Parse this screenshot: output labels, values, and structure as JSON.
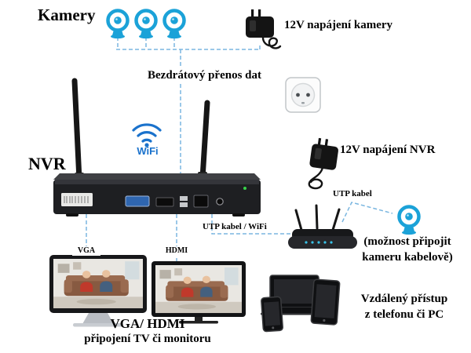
{
  "diagram": {
    "labels": {
      "kamery": "Kamery",
      "power_camera": "12V napájení kamery",
      "wireless": "Bezdrátový přenos dat",
      "nvr": "NVR",
      "wifi": "WiFi",
      "power_nvr": "12V napájení NVR",
      "utp_kabel": "UTP kabel",
      "utp_wifi": "UTP kabel / WiFi",
      "wired_note_line1": "(možnost připojit",
      "wired_note_line2": "kameru kabelově)",
      "vga": "VGA",
      "hdmi": "HDMI",
      "bottom_title": "VGA/ HDMI",
      "bottom_sub": "připojení TV či monitoru",
      "remote_line1": "Vzdálený přístup",
      "remote_line2": "z telefonu či PC"
    },
    "icons": [
      "camera-icon",
      "power-adapter-icon",
      "wall-socket-icon",
      "wifi-icon",
      "nvr-device",
      "antenna-icon",
      "router-icon",
      "ip-camera-icon",
      "monitor-icon",
      "tv-icon",
      "laptop-icon",
      "tablet-icon",
      "phone-icon"
    ],
    "colors": {
      "camera_blue": "#1ba2d8",
      "wifi_blue": "#1a72cc",
      "dashed_line_blue": "#7ab6e0",
      "text": "#000000"
    }
  }
}
